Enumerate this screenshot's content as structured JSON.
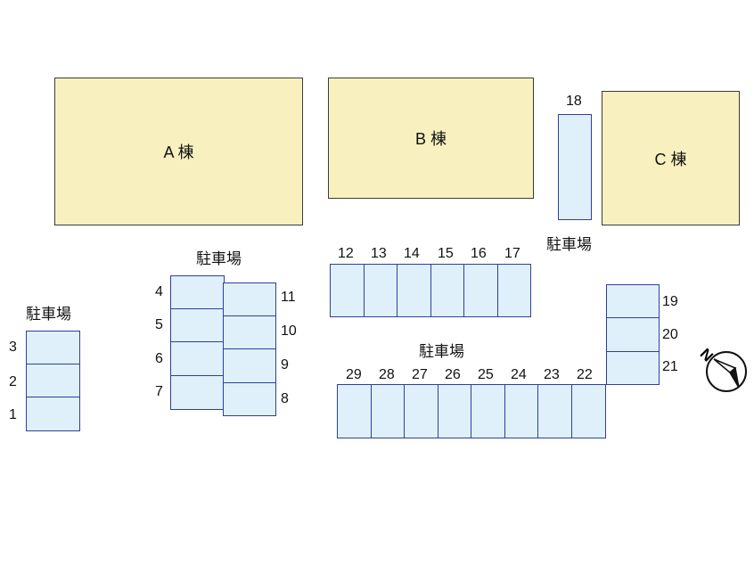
{
  "buildings": {
    "a": "A 棟",
    "b": "B 棟",
    "c": "C 棟"
  },
  "parking_label": "駐車場",
  "compass": {
    "north_label": "N"
  },
  "spaces": {
    "s1": "1",
    "s2": "2",
    "s3": "3",
    "s4": "4",
    "s5": "5",
    "s6": "6",
    "s7": "7",
    "s8": "8",
    "s9": "9",
    "s10": "10",
    "s11": "11",
    "s12": "12",
    "s13": "13",
    "s14": "14",
    "s15": "15",
    "s16": "16",
    "s17": "17",
    "s18": "18",
    "s19": "19",
    "s20": "20",
    "s21": "21",
    "s22": "22",
    "s23": "23",
    "s24": "24",
    "s25": "25",
    "s26": "26",
    "s27": "27",
    "s28": "28",
    "s29": "29"
  }
}
